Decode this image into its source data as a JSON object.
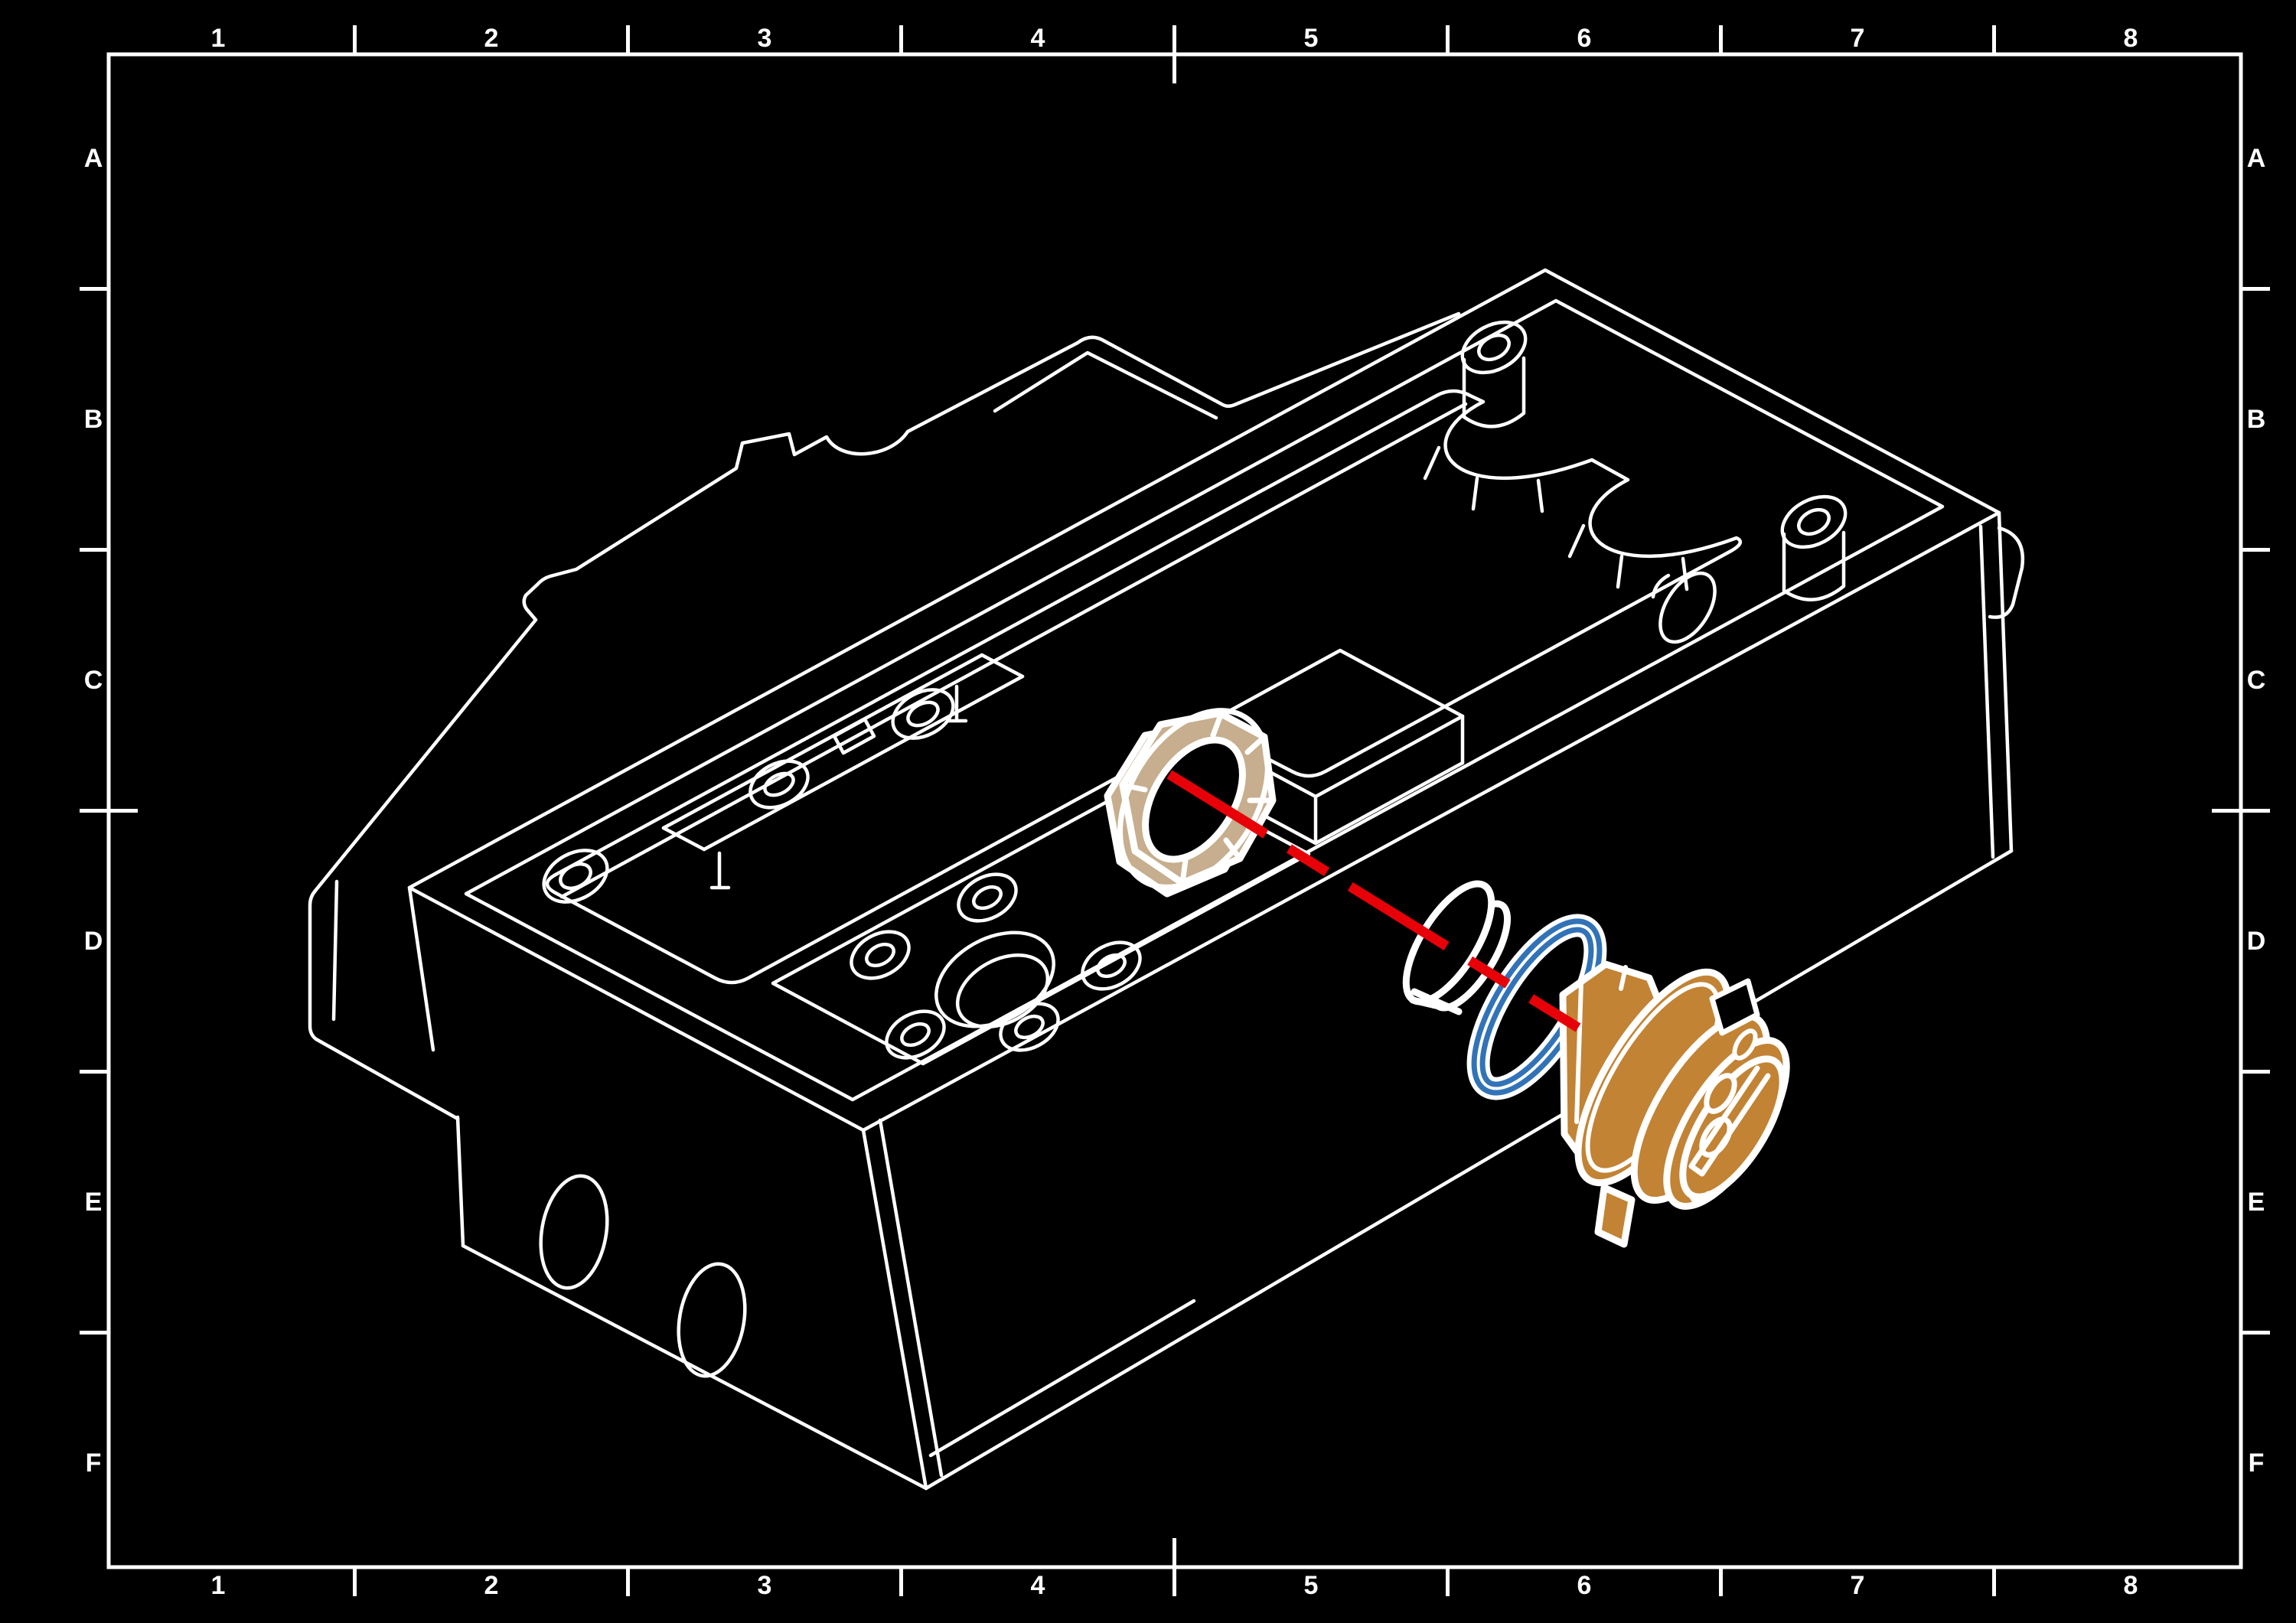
{
  "drawing_frame": {
    "column_labels": [
      "1",
      "2",
      "3",
      "4",
      "5",
      "6",
      "7",
      "8"
    ],
    "row_labels": [
      "A",
      "B",
      "C",
      "D",
      "E",
      "F"
    ],
    "colors": {
      "background": "#000000",
      "frame_line": "#ffffff",
      "label_text": "#ffffff"
    }
  },
  "exploded_assembly": {
    "drawing_style": "isometric-exploded-view",
    "outline_color": "#ffffff",
    "centerline_color": "#e80008",
    "parts": [
      {
        "name": "enclosure-housing",
        "color": "#000000",
        "outline": "#ffffff"
      },
      {
        "name": "panel-jam-nut",
        "color": "#c6ae8e"
      },
      {
        "name": "sealing-washer",
        "color": "#000000",
        "outline": "#ffffff"
      },
      {
        "name": "o-ring",
        "color": "#3273b8"
      },
      {
        "name": "circular-connector",
        "color": "#c28334"
      }
    ]
  }
}
